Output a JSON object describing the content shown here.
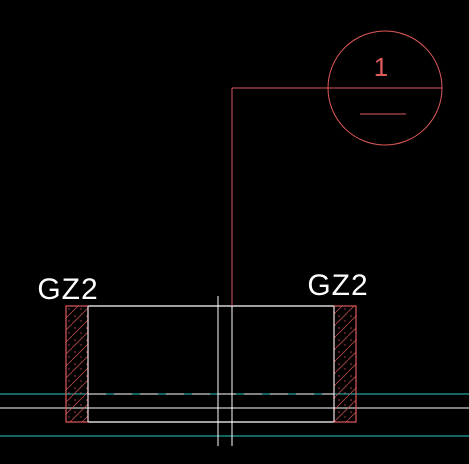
{
  "drawing": {
    "background": "#000000",
    "colors": {
      "detail_marker": "#e05a5a",
      "column_hatch": "#e05a5a",
      "wall_outline": "#ffffff",
      "axis_lines": "#ffffff",
      "section_lines": "#27c9c9",
      "text": "#ffffff"
    },
    "detail_marker": {
      "number": "1"
    },
    "labels": {
      "left_column": "GZ2",
      "right_column": "GZ2"
    }
  }
}
